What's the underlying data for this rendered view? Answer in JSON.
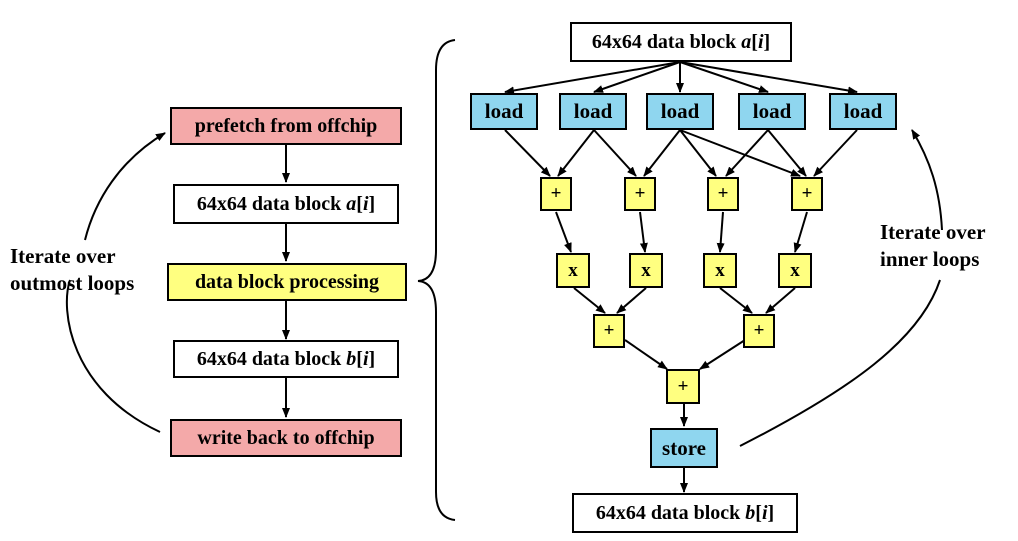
{
  "left": {
    "prefetch": "prefetch from offchip",
    "block_a": {
      "prefix": "64x64 data block ",
      "var": "a",
      "open": "[",
      "idx": "i",
      "close": "]"
    },
    "processing": "data block processing",
    "block_b": {
      "prefix": "64x64 data block ",
      "var": "b",
      "open": "[",
      "idx": "i",
      "close": "]"
    },
    "writeback": "write back to offchip",
    "iterate_label_line1": "Iterate over",
    "iterate_label_line2": "outmost loops"
  },
  "right": {
    "block_a": {
      "prefix": "64x64 data block ",
      "var": "a",
      "open": "[",
      "idx": "i",
      "close": "]"
    },
    "load_label": "load",
    "plus_label": "+",
    "mult_label": "x",
    "store_label": "store",
    "block_b": {
      "prefix": "64x64 data block ",
      "var": "b",
      "open": "[",
      "idx": "i",
      "close": "]"
    },
    "iterate_label_line1": "Iterate over",
    "iterate_label_line2": "inner loops"
  },
  "colors": {
    "pink": "#f4a9a9",
    "yellow": "#ffff80",
    "blue": "#8fd6ef"
  }
}
